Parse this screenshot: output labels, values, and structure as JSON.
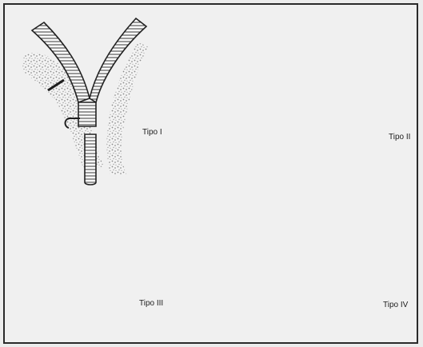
{
  "diagram": {
    "panels": [
      {
        "label": "Tipo I"
      },
      {
        "label": "Tipo II"
      },
      {
        "label": "Tipo III"
      },
      {
        "label": "Tipo IV"
      }
    ],
    "colors": {
      "ink": "#1e1e1e",
      "background": "#f0f0f0",
      "speckle": "#9a9a9a"
    }
  }
}
